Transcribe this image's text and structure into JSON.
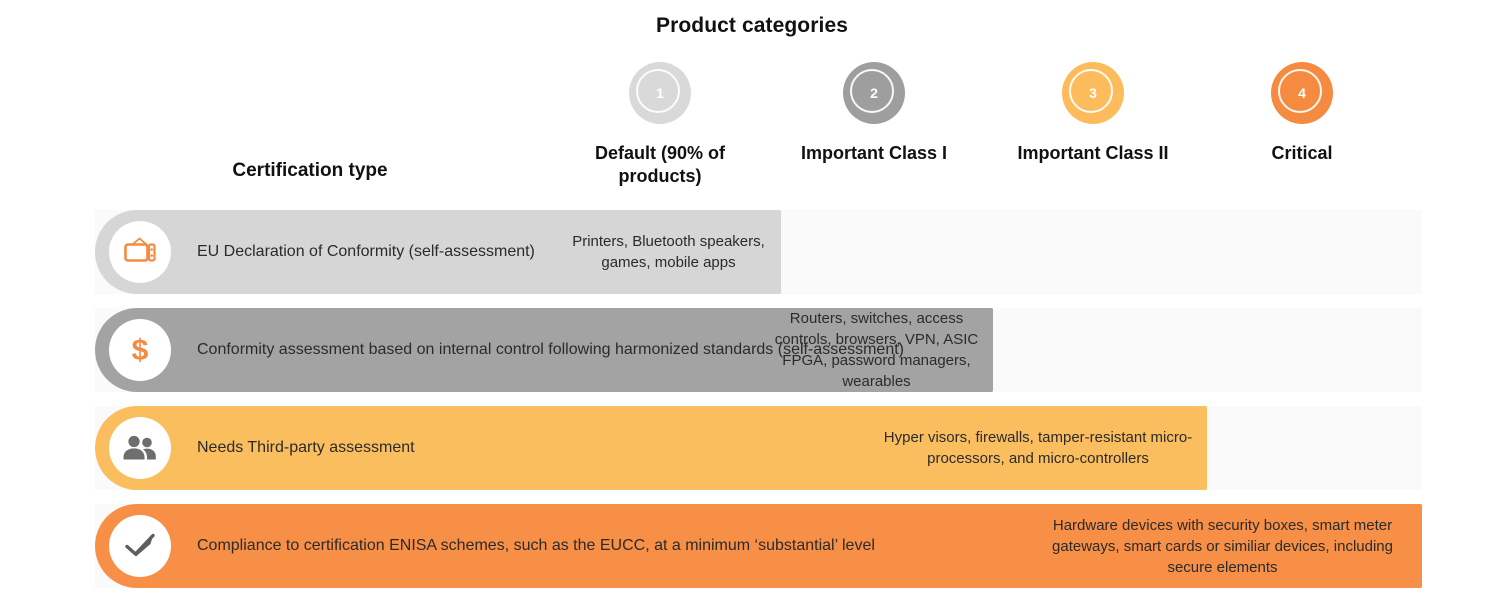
{
  "title": "Product categories",
  "cert_column_header": "Certification type",
  "colors": {
    "cat1": "#d9d9d9",
    "cat2": "#9e9e9e",
    "cat3": "#fcbc5b",
    "cat4": "#f58a41",
    "row1_bar": "#d6d6d6",
    "row2_bar": "#a3a3a3",
    "row3_bar": "#fbbe5e",
    "row4_bar": "#f78f46",
    "track": "#fafafa",
    "icon_orange": "#f58a41",
    "icon_gray": "#6e6e6e"
  },
  "categories": [
    {
      "number": "1",
      "label": "Default (90% of products)",
      "color": "#d9d9d9"
    },
    {
      "number": "2",
      "label": "Important Class I",
      "color": "#9e9e9e"
    },
    {
      "number": "3",
      "label": "Important Class II",
      "color": "#fcbc5b"
    },
    {
      "number": "4",
      "label": "Critical",
      "color": "#f58a41"
    }
  ],
  "rows": [
    {
      "icon": "television-icon",
      "certification": "EU Declaration of Conformity (self-assessment)",
      "products": "Printers, Bluetooth speakers, games, mobile apps"
    },
    {
      "icon": "dollar-sign-icon",
      "certification": "Conformity assessment based on internal control following harmonized standards (self-assessment)",
      "products": "Routers, switches, access controls, browsers, VPN, ASIC FPGA, password managers, wearables"
    },
    {
      "icon": "people-icon",
      "certification": "Needs Third-party assessment",
      "products": "Hyper visors, firewalls, tamper-resistant micro-processors, and micro-controllers"
    },
    {
      "icon": "checkmark-icon",
      "certification": "Compliance to certification ENISA schemes, such as the EUCC, at a minimum ‘substantial’ level",
      "products": "Hardware devices with security boxes, smart meter gateways, smart cards or similiar devices, including secure elements"
    }
  ]
}
